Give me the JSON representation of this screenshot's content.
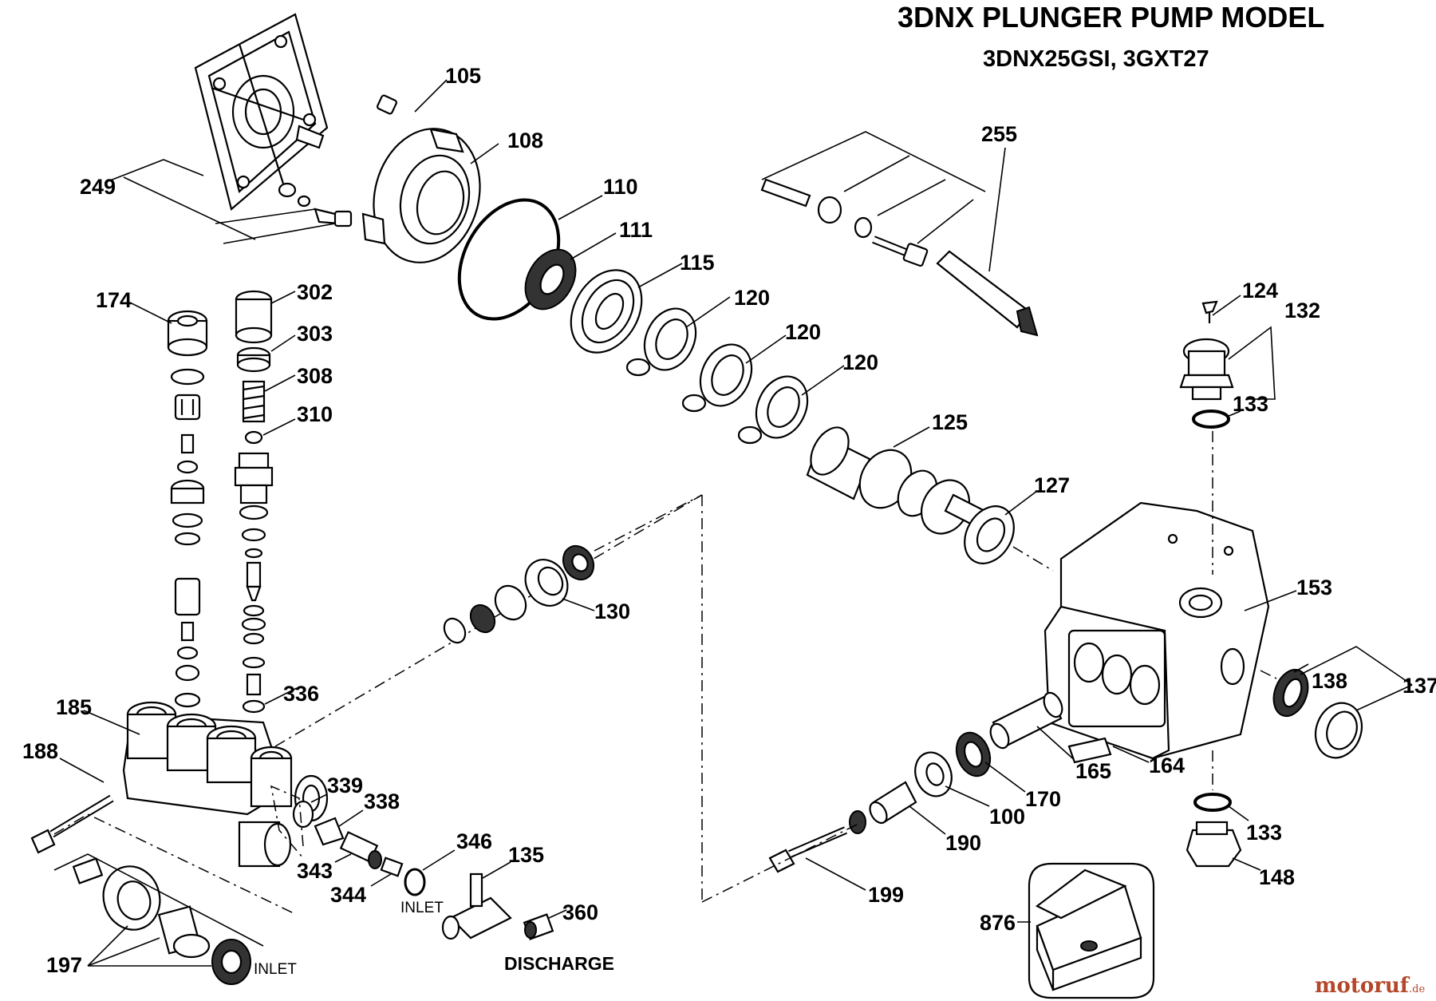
{
  "header": {
    "title": "3DNX PLUNGER PUMP MODEL",
    "subtitle": "3DNX25GSI,  3GXT27"
  },
  "callouts": {
    "c105": "105",
    "c108": "108",
    "c110": "110",
    "c111": "111",
    "c115": "115",
    "c120a": "120",
    "c120b": "120",
    "c120c": "120",
    "c124": "124",
    "c125": "125",
    "c127": "127",
    "c130": "130",
    "c132": "132",
    "c133a": "133",
    "c133b": "133",
    "c135": "135",
    "c137": "137",
    "c138": "138",
    "c148": "148",
    "c153": "153",
    "c164": "164",
    "c165": "165",
    "c170": "170",
    "c100": "100",
    "c174": "174",
    "c185": "185",
    "c188": "188",
    "c190": "190",
    "c197": "197",
    "c199": "199",
    "c249": "249",
    "c255": "255",
    "c302": "302",
    "c303": "303",
    "c308": "308",
    "c310": "310",
    "c336": "336",
    "c338": "338",
    "c339": "339",
    "c343": "343",
    "c344": "344",
    "c346": "346",
    "c360": "360",
    "c876": "876"
  },
  "labels": {
    "inlet_left": "INLET",
    "inlet_mid": "INLET",
    "discharge": "DISCHARGE"
  },
  "watermark": {
    "brand": "motoruf",
    "suffix": ".de"
  }
}
